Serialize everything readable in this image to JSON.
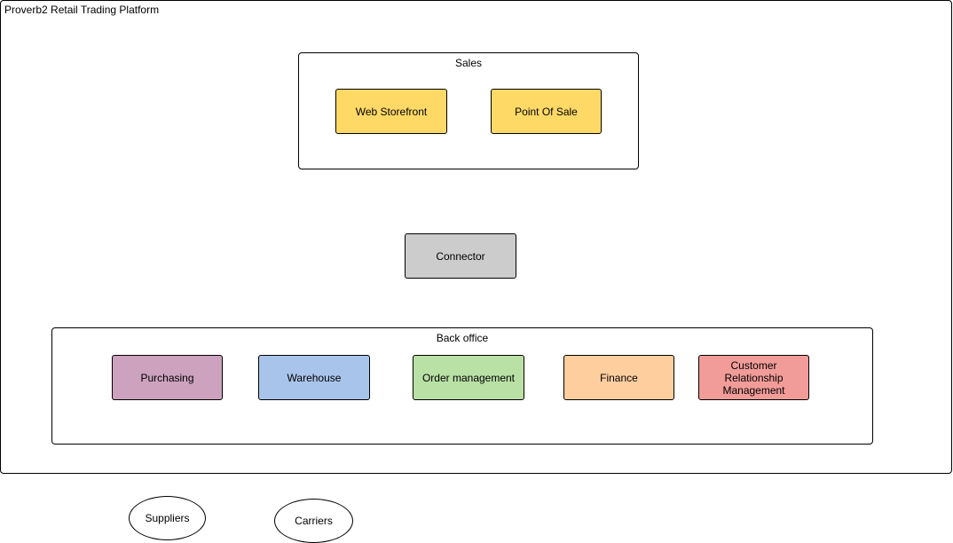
{
  "platform": {
    "title": "Proverb2 Retail Trading Platform"
  },
  "sales": {
    "title": "Sales",
    "web_storefront": {
      "label": "Web Storefront",
      "color": "#FFD966"
    },
    "point_of_sale": {
      "label": "Point Of Sale",
      "color": "#FFD966"
    }
  },
  "connector": {
    "label": "Connector",
    "color": "#CCCCCC"
  },
  "back_office": {
    "title": "Back office",
    "purchasing": {
      "label": "Purchasing",
      "color": "#CDA2BE"
    },
    "warehouse": {
      "label": "Warehouse",
      "color": "#A9C4EB"
    },
    "order_management": {
      "label": "Order management",
      "color": "#B9E0A5"
    },
    "finance": {
      "label": "Finance",
      "color": "#FFCE9F"
    },
    "crm": {
      "label": "Customer Relationship Management",
      "color": "#F19C99"
    }
  },
  "externals": {
    "suppliers": "Suppliers",
    "carriers": "Carriers"
  }
}
